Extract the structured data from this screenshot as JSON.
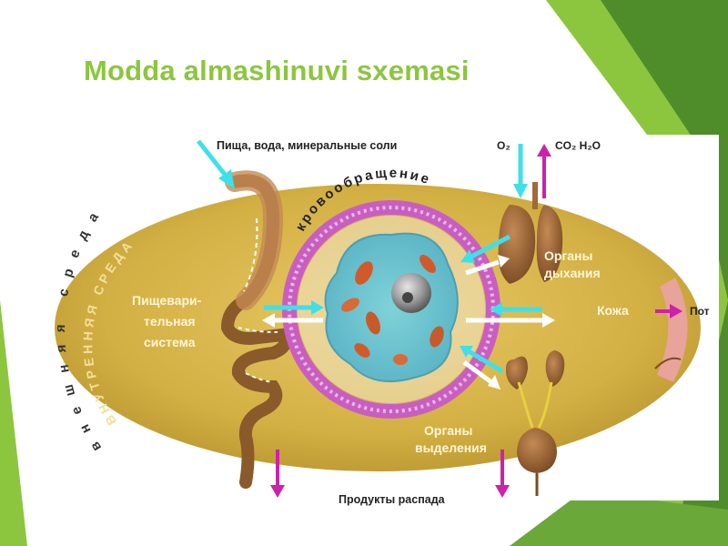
{
  "title": "Modda almashinuvi sxemasi",
  "theme": {
    "accent_green": "#8cc63e",
    "dark_green": "#4f8c2a",
    "ellipse_fill": "#d6b446",
    "arrow_cyan": "#3fe0e8",
    "arrow_magenta": "#cc22aa",
    "circulation_ring": "#c85fc0"
  },
  "labels": {
    "food_input": "Пища, вода, минеральные соли",
    "oxygen": "O₂",
    "co2_water": "CO₂  H₂O",
    "circulation": "кровообращение",
    "respiratory_1": "Органы",
    "respiratory_2": "дыхания",
    "digestive_1": "Пищевари-",
    "digestive_2": "тельная",
    "digestive_3": "система",
    "skin": "Кожа",
    "sweat": "Пот",
    "excretory_1": "Органы",
    "excretory_2": "выделения",
    "decay_products": "Продукты распада",
    "internal_environment": "ВНУТРЕННЯЯ СРЕДА",
    "external_environment": "внешняя среда"
  },
  "icons": [
    "stomach-intestine-icon",
    "cell-icon",
    "lungs-icon",
    "kidneys-icon",
    "bladder-icon",
    "skin-icon"
  ]
}
